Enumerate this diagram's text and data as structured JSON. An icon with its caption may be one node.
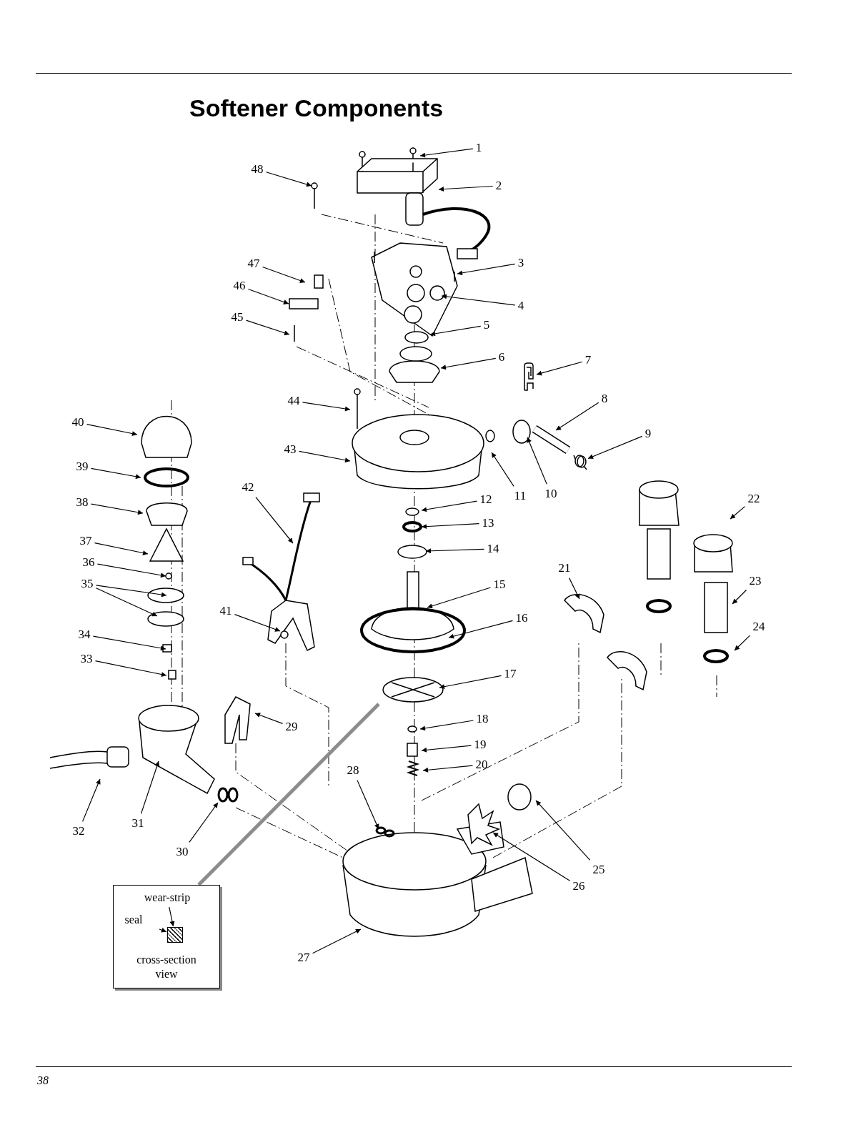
{
  "diagram": {
    "title": "Softener Components",
    "nodes": [
      {
        "text": [
          "1"
        ]
      },
      {
        "text": [
          "2"
        ]
      },
      {
        "text": [
          "3"
        ]
      },
      {
        "text": [
          "4"
        ]
      },
      {
        "text": [
          "5"
        ]
      },
      {
        "text": [
          "6"
        ]
      },
      {
        "text": [
          "7"
        ]
      },
      {
        "text": [
          "8"
        ]
      },
      {
        "text": [
          "9"
        ]
      },
      {
        "text": [
          "10"
        ]
      },
      {
        "text": [
          "11"
        ]
      },
      {
        "text": [
          "12"
        ]
      },
      {
        "text": [
          "13"
        ]
      },
      {
        "text": [
          "14"
        ]
      },
      {
        "text": [
          "15"
        ]
      },
      {
        "text": [
          "16"
        ]
      },
      {
        "text": [
          "17"
        ]
      },
      {
        "text": [
          "18"
        ]
      },
      {
        "text": [
          "19"
        ]
      },
      {
        "text": [
          "20"
        ]
      },
      {
        "text": [
          "21"
        ]
      },
      {
        "text": [
          "22"
        ]
      },
      {
        "text": [
          "23"
        ]
      },
      {
        "text": [
          "24"
        ]
      },
      {
        "text": [
          "25"
        ]
      },
      {
        "text": [
          "26"
        ]
      },
      {
        "text": [
          "27"
        ]
      },
      {
        "text": [
          "28"
        ]
      },
      {
        "text": [
          "29"
        ]
      },
      {
        "text": [
          "30"
        ]
      },
      {
        "text": [
          "31"
        ]
      },
      {
        "text": [
          "32"
        ]
      },
      {
        "text": [
          "33"
        ]
      },
      {
        "text": [
          "34"
        ]
      },
      {
        "text": [
          "35"
        ]
      },
      {
        "text": [
          "36"
        ]
      },
      {
        "text": [
          "37"
        ]
      },
      {
        "text": [
          "38"
        ]
      },
      {
        "text": [
          "39"
        ]
      },
      {
        "text": [
          "40"
        ]
      },
      {
        "text": [
          "41"
        ]
      },
      {
        "text": [
          "42"
        ]
      },
      {
        "text": [
          "43"
        ]
      },
      {
        "text": [
          "44"
        ]
      },
      {
        "text": [
          "45"
        ]
      },
      {
        "text": [
          "46"
        ]
      },
      {
        "text": [
          "47"
        ]
      },
      {
        "text": [
          "48"
        ]
      },
      {
        "text": [],
        "shape": "box"
      },
      {
        "text": [
          "wear-strip"
        ],
        "in": 48
      },
      {
        "text": [
          "seal"
        ],
        "in": 48
      },
      {
        "text": [
          "cross-section view"
        ],
        "in": 48
      },
      {
        "text": [],
        "shape": "box",
        "in": 48
      },
      {
        "text": [],
        "shape": "picture"
      },
      {
        "text": [],
        "shape": "circle"
      }
    ],
    "edges": [
      {
        "from": 0,
        "to": null,
        "arrow": "to"
      },
      {
        "from": 1,
        "to": null,
        "arrow": "to"
      },
      {
        "from": 2,
        "to": null,
        "arrow": "to"
      },
      {
        "from": 3,
        "to": null,
        "arrow": "to"
      },
      {
        "from": 4,
        "to": null,
        "arrow": "to"
      },
      {
        "from": 5,
        "to": null,
        "arrow": "to"
      },
      {
        "from": 6,
        "to": 53,
        "arrow": "to"
      },
      {
        "from": 7,
        "to": null,
        "arrow": "to"
      },
      {
        "from": 8,
        "to": 54,
        "arrow": "to"
      },
      {
        "from": 9,
        "to": null,
        "arrow": "to"
      },
      {
        "from": 10,
        "to": null,
        "arrow": "to"
      },
      {
        "from": 11,
        "to": null,
        "arrow": "to"
      },
      {
        "from": 12,
        "to": null,
        "arrow": "to"
      },
      {
        "from": 13,
        "to": null,
        "arrow": "to"
      },
      {
        "from": 14,
        "to": null,
        "arrow": "to"
      },
      {
        "from": 15,
        "to": null,
        "arrow": "to"
      },
      {
        "from": 16,
        "to": null,
        "arrow": "to"
      },
      {
        "from": 17,
        "to": null,
        "arrow": "to"
      },
      {
        "from": 18,
        "to": null,
        "arrow": "to"
      },
      {
        "from": 19,
        "to": null,
        "arrow": "to"
      },
      {
        "from": 20,
        "to": null,
        "arrow": "to"
      },
      {
        "from": 21,
        "to": null,
        "arrow": "to"
      },
      {
        "from": 22,
        "to": null,
        "arrow": "to"
      },
      {
        "from": 23,
        "to": null,
        "arrow": "to"
      },
      {
        "from": 24,
        "to": null,
        "arrow": "to"
      },
      {
        "from": 25,
        "to": null,
        "arrow": "to"
      },
      {
        "from": 26,
        "to": null,
        "arrow": "to"
      },
      {
        "from": 27,
        "to": null,
        "arrow": "to"
      },
      {
        "from": 28,
        "to": null,
        "arrow": "to"
      },
      {
        "from": 29,
        "to": null,
        "arrow": "to"
      },
      {
        "from": 30,
        "to": null,
        "arrow": "to"
      },
      {
        "from": 31,
        "to": null,
        "arrow": "to"
      },
      {
        "from": 32,
        "to": null,
        "arrow": "to"
      },
      {
        "from": 33,
        "to": null,
        "arrow": "to"
      },
      {
        "from": 34,
        "to": null,
        "arrow": "to"
      },
      {
        "from": 35,
        "to": null,
        "arrow": "to"
      },
      {
        "from": 36,
        "to": null,
        "arrow": "to"
      },
      {
        "from": 37,
        "to": null,
        "arrow": "to"
      },
      {
        "from": 38,
        "to": null,
        "arrow": "to"
      },
      {
        "from": 39,
        "to": null,
        "arrow": "to"
      },
      {
        "from": 40,
        "to": null,
        "arrow": "to"
      },
      {
        "from": 41,
        "to": null,
        "arrow": "to"
      },
      {
        "from": 42,
        "to": null,
        "arrow": "to"
      },
      {
        "from": 43,
        "to": null,
        "arrow": "to"
      },
      {
        "from": 44,
        "to": null,
        "arrow": "to"
      },
      {
        "from": 45,
        "to": null,
        "arrow": "to"
      },
      {
        "from": 46,
        "to": null,
        "arrow": "to"
      },
      {
        "from": 47,
        "to": null,
        "arrow": "to"
      },
      {
        "from": 34,
        "to": null,
        "arrow": "to"
      },
      {
        "from": 49,
        "to": 52,
        "arrow": "to"
      },
      {
        "from": 50,
        "to": 52,
        "arrow": "to"
      },
      {
        "from": 48,
        "to": null,
        "arrow": "none",
        "style": "thick",
        "color": "#8c8c8c"
      }
    ],
    "labels": [
      "38"
    ]
  }
}
